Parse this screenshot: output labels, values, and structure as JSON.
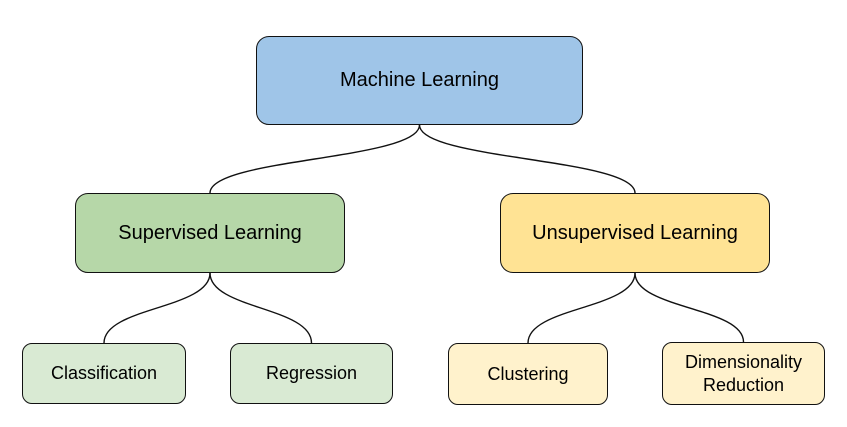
{
  "diagram": {
    "type": "tree",
    "background_color": "#FFFFFF",
    "border_color": "#111111",
    "edge_color": "#111111",
    "text_color": "#000000",
    "nodes": {
      "machine_learning": {
        "label": "Machine Learning",
        "fill": "#9FC5E8"
      },
      "supervised": {
        "label": "Supervised Learning",
        "fill": "#B6D7A8"
      },
      "unsupervised": {
        "label": "Unsupervised Learning",
        "fill": "#FFE394"
      },
      "classification": {
        "label": "Classification",
        "fill": "#D9EAD3"
      },
      "regression": {
        "label": "Regression",
        "fill": "#D9EAD3"
      },
      "clustering": {
        "label": "Clustering",
        "fill": "#FFF2CC"
      },
      "dimensionality_reduction": {
        "label": "Dimensionality Reduction",
        "fill": "#FFF2CC"
      }
    },
    "edges": [
      {
        "from": "machine_learning",
        "to": "supervised"
      },
      {
        "from": "machine_learning",
        "to": "unsupervised"
      },
      {
        "from": "supervised",
        "to": "classification"
      },
      {
        "from": "supervised",
        "to": "regression"
      },
      {
        "from": "unsupervised",
        "to": "clustering"
      },
      {
        "from": "unsupervised",
        "to": "dimensionality_reduction"
      }
    ]
  }
}
